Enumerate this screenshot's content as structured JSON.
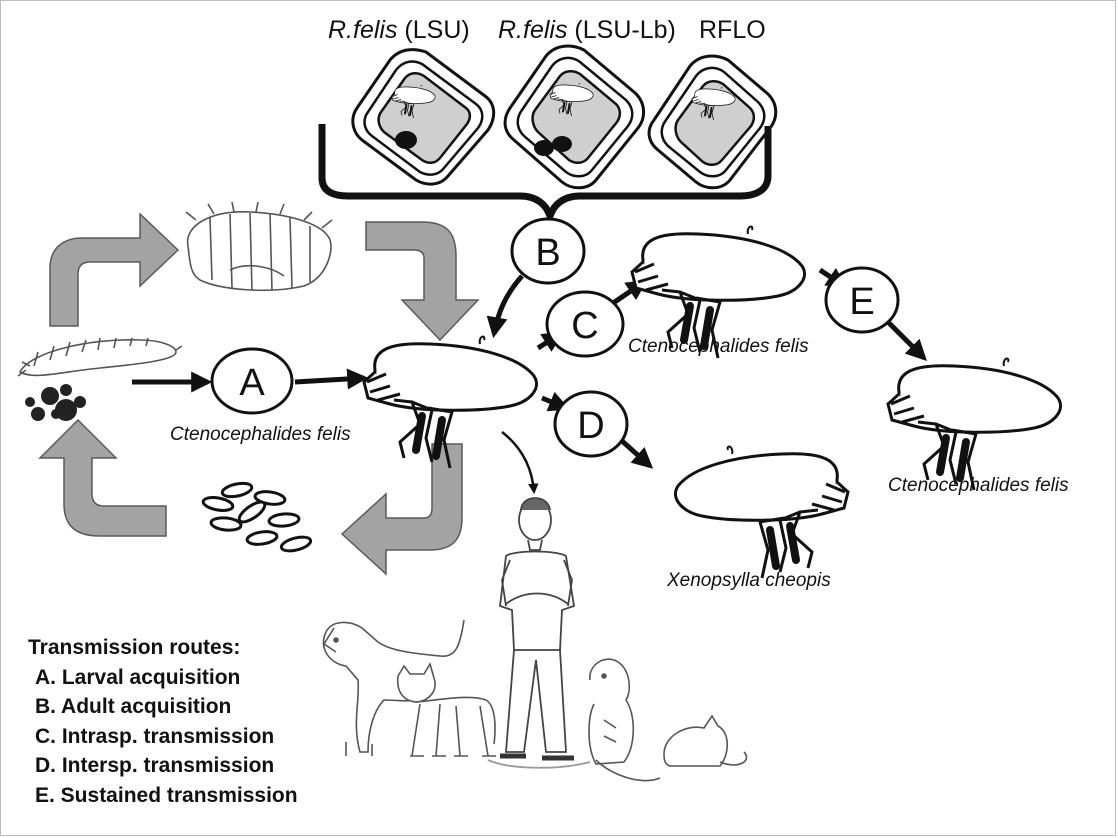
{
  "header_labels": [
    {
      "species": "R.felis",
      "rest": " (LSU)"
    },
    {
      "species": "R.felis",
      "rest": " (LSU-Lb)"
    },
    {
      "species": "",
      "rest": "RFLO"
    }
  ],
  "route_markers": [
    "A",
    "B",
    "C",
    "D",
    "E"
  ],
  "species_labels": {
    "host_center": "Ctenocephalides felis",
    "host_c": "Ctenocephalides felis",
    "host_e": "Ctenocephalides felis",
    "host_d": "Xenopsylla cheopis"
  },
  "legend": {
    "title": "Transmission routes:",
    "items": [
      "A. Larval acquisition",
      "B. Adult acquisition",
      "C. Intrasp. transmission",
      "D. Intersp. transmission",
      "E. Sustained transmission"
    ]
  },
  "colors": {
    "cycle_arrow": "#a3a3a3",
    "ink": "#111111",
    "cell_fill": "#cfcfcf"
  },
  "icons": [
    "mite-icon",
    "flea-icon",
    "larva-icon",
    "pupa-icon",
    "egg-cluster-icon",
    "human-icon",
    "dog-icon",
    "cat-icon",
    "opossum-icon",
    "rat-icon",
    "larval-food-icon"
  ]
}
